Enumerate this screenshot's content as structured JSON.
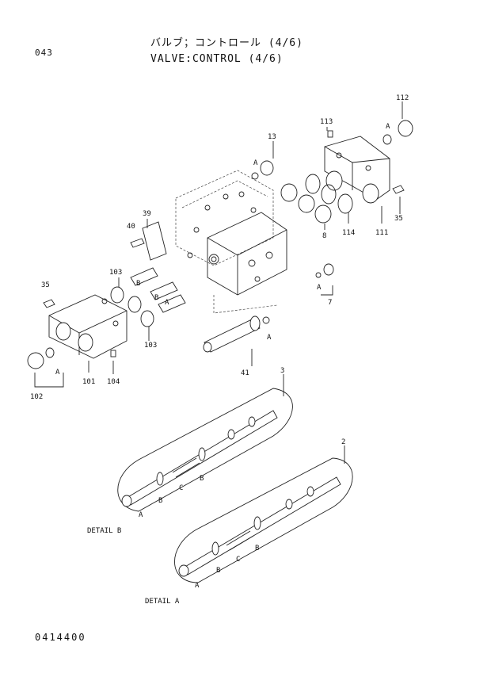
{
  "header": {
    "page_number": "043",
    "title_jp": "バルブ；コントロール (4/6)",
    "title_en": "VALVE:CONTROL (4/6)"
  },
  "footer": {
    "document_number": "0414400"
  },
  "callouts": {
    "c112": "112",
    "c113": "113",
    "c13": "13",
    "c39": "39",
    "c40": "40",
    "c8": "8",
    "c114": "114",
    "c111": "111",
    "c35_right": "35",
    "c7": "7",
    "c35_left": "35",
    "c103_top": "103",
    "c103_bottom": "103",
    "c41": "41",
    "c102": "102",
    "c101": "101",
    "c104": "104",
    "c3": "3",
    "c2": "2"
  },
  "letters": {
    "a": "A",
    "b": "B",
    "c": "C"
  },
  "details": {
    "detail_b": "DETAIL B",
    "detail_a": "DETAIL A"
  }
}
